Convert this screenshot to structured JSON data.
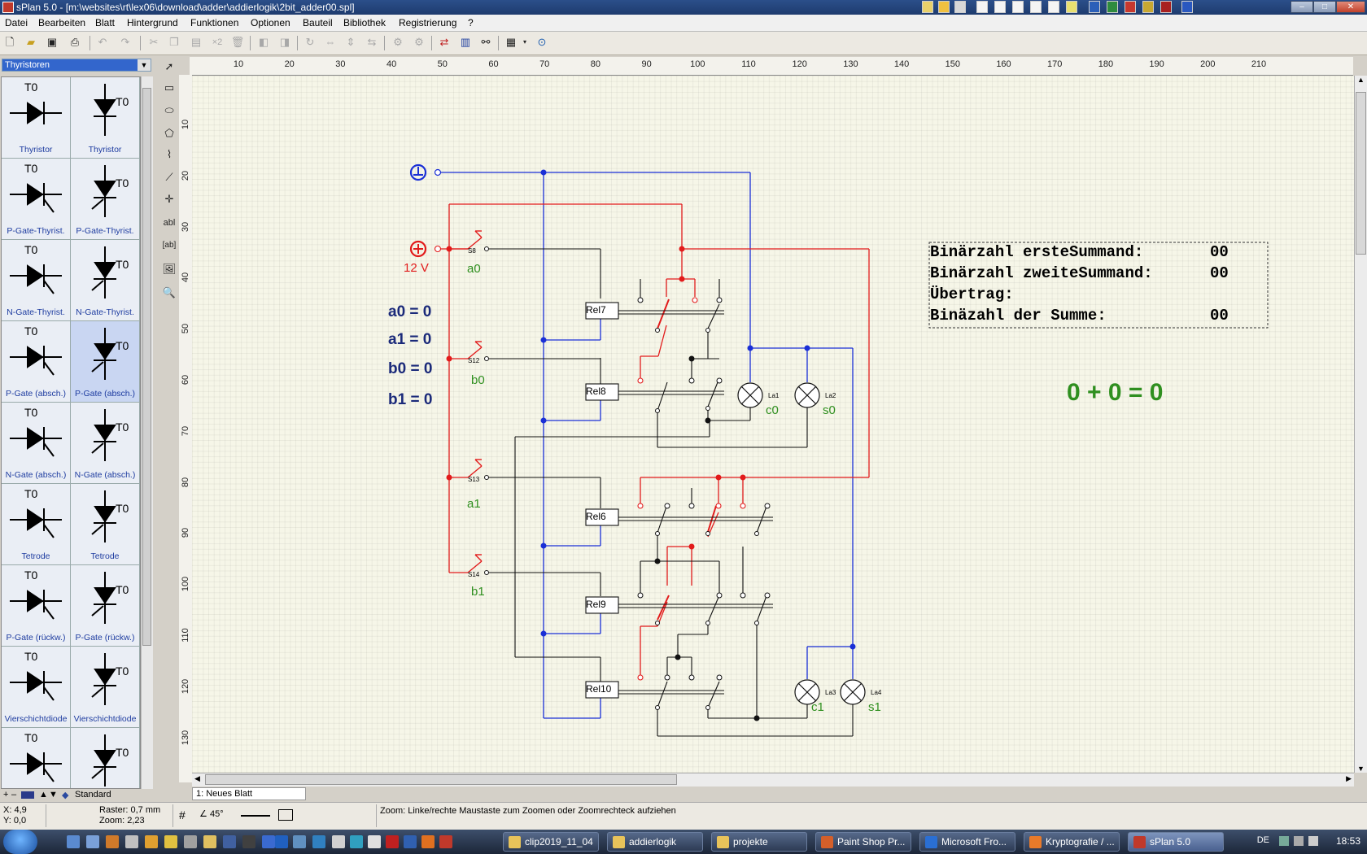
{
  "window": {
    "title": "sPlan 5.0 - [m:\\websites\\rt\\lex06\\download\\adder\\addierlogik\\2bit_adder00.spl]"
  },
  "menu": [
    "Datei",
    "Bearbeiten",
    "Blatt",
    "Hintergrund",
    "Funktionen",
    "Optionen",
    "Bauteil",
    "Bibliothek",
    "Registrierung",
    "?"
  ],
  "library": {
    "selected": "Thyristoren",
    "items": [
      {
        "label": "Thyristor",
        "tag": "T0"
      },
      {
        "label": "Thyristor",
        "tag": "T0"
      },
      {
        "label": "P-Gate-Thyrist.",
        "tag": "T0"
      },
      {
        "label": "P-Gate-Thyrist.",
        "tag": "T0"
      },
      {
        "label": "N-Gate-Thyrist.",
        "tag": "T0"
      },
      {
        "label": "N-Gate-Thyrist.",
        "tag": "T0"
      },
      {
        "label": "P-Gate (absch.)",
        "tag": "T0"
      },
      {
        "label": "P-Gate (absch.)",
        "tag": "T0"
      },
      {
        "label": "N-Gate (absch.)",
        "tag": "T0"
      },
      {
        "label": "N-Gate (absch.)",
        "tag": "T0"
      },
      {
        "label": "Tetrode",
        "tag": "T0"
      },
      {
        "label": "Tetrode",
        "tag": "T0"
      },
      {
        "label": "P-Gate (rückw.)",
        "tag": "T0"
      },
      {
        "label": "P-Gate (rückw.)",
        "tag": "T0"
      },
      {
        "label": "Vierschichtdiode",
        "tag": "T0"
      },
      {
        "label": "Vierschichtdiode",
        "tag": "T0"
      },
      {
        "label": "",
        "tag": "T0"
      },
      {
        "label": "",
        "tag": "T0"
      }
    ],
    "footer": "Standard"
  },
  "ruler": {
    "h": [
      "10",
      "20",
      "30",
      "40",
      "50",
      "60",
      "70",
      "80",
      "90",
      "100",
      "110",
      "120",
      "130",
      "140",
      "150",
      "160",
      "170",
      "180",
      "190",
      "200",
      "210"
    ],
    "v": [
      "10",
      "20",
      "30",
      "40",
      "50",
      "60",
      "70",
      "80",
      "90",
      "100",
      "110",
      "120",
      "130"
    ]
  },
  "schematic": {
    "supply_label": "12 V",
    "inputs": [
      {
        "name": "a0",
        "switch": "S8"
      },
      {
        "name": "b0",
        "switch": "S12"
      },
      {
        "name": "a1",
        "switch": "S13"
      },
      {
        "name": "b1",
        "switch": "S14"
      }
    ],
    "states": [
      "a0 = 0",
      "a1 = 0",
      "b0 = 0",
      "b1 = 0"
    ],
    "relays": [
      "Rel7",
      "Rel8",
      "Rel6",
      "Rel9",
      "Rel10"
    ],
    "lamps": [
      {
        "id": "La1",
        "label": "c0"
      },
      {
        "id": "La2",
        "label": "s0"
      },
      {
        "id": "La3",
        "label": "c1"
      },
      {
        "id": "La4",
        "label": "s1"
      }
    ],
    "info_lines": [
      {
        "text": "Binärzahl ersteSummand:",
        "value": "00"
      },
      {
        "text": "Binärzahl zweiteSummand:",
        "value": "00"
      },
      {
        "text": "Übertrag:",
        "value": ""
      },
      {
        "text": "Binäzahl der Summe:",
        "value": "00"
      }
    ],
    "equation": "0 + 0 = 0"
  },
  "page_tab": "1: Neues Blatt",
  "status": {
    "x": "X: 4,9",
    "y": "Y: 0,0",
    "raster": "Raster: 0,7 mm",
    "zoom": "Zoom:  2,23",
    "angle": "45°",
    "hint": "Zoom: Linke/rechte Maustaste zum Zoomen oder Zoomrechteck aufziehen"
  },
  "taskbar": {
    "tasks": [
      {
        "label": "clip2019_11_04",
        "color": "#e8c35a"
      },
      {
        "label": "addierlogik",
        "color": "#e8c35a"
      },
      {
        "label": "projekte",
        "color": "#e8c35a"
      },
      {
        "label": "Paint Shop Pr...",
        "color": "#d45f2a"
      },
      {
        "label": "Microsoft Fro...",
        "color": "#2a6fd4"
      },
      {
        "label": "Kryptografie / ...",
        "color": "#e87a2a"
      },
      {
        "label": "sPlan 5.0",
        "color": "#c0392b"
      }
    ],
    "lang": "DE",
    "clock": "18:53"
  },
  "colors": {
    "red": "#e21b1b",
    "blue": "#1a2fd6",
    "green": "#2f8f1f",
    "navy": "#1b2a7a"
  }
}
